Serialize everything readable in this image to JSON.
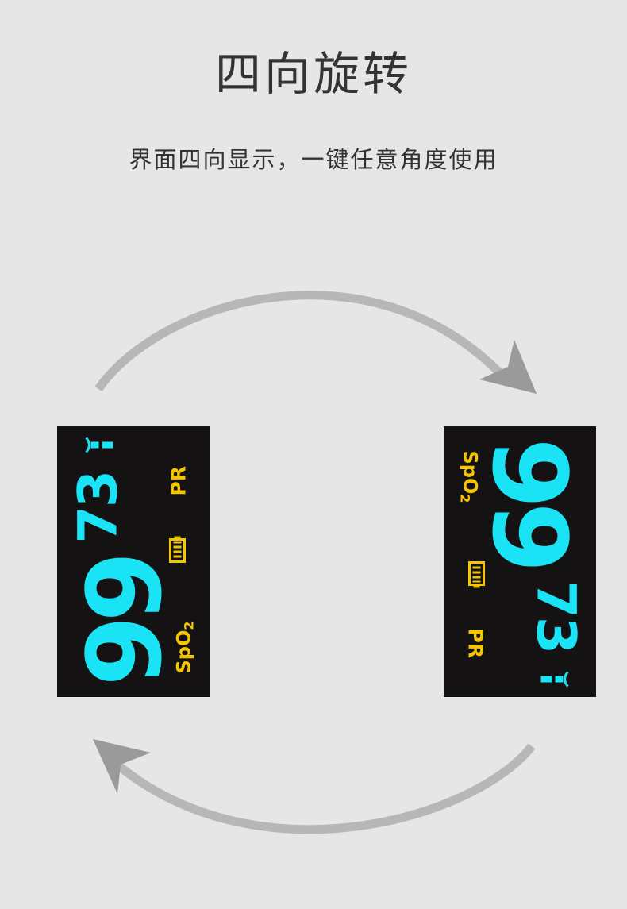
{
  "heading": {
    "title": "四向旋转",
    "subtitle": "界面四向显示，一键任意角度使用"
  },
  "colors": {
    "background": "#e6e6e6",
    "screen": "#141213",
    "value_cyan": "#19e3f5",
    "label_yellow": "#f5c500",
    "arrow_gray": "#b3b3b3"
  },
  "display": {
    "spo2_value": "99",
    "pr_value": "73",
    "spo2_label": "SpO",
    "spo2_subscript": "2",
    "pr_label": "PR"
  },
  "icons": {
    "battery": "battery-icon",
    "pulse": "pulse-bar-icon",
    "arrow": "rotate-arrow-icon"
  }
}
